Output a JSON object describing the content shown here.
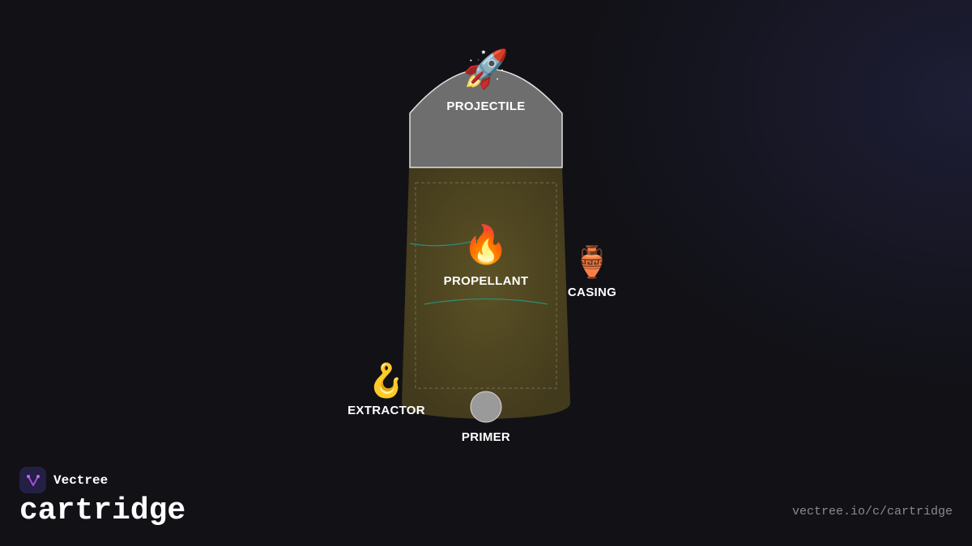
{
  "brand": {
    "name": "Vectree"
  },
  "title": "cartridge",
  "url": "vectree.io/c/cartridge",
  "colors": {
    "background": "#111116",
    "projectile": "#6e6e6e",
    "casing": "#554a24",
    "primer": "#9a9a9a",
    "flow_line": "#2a8f7a"
  },
  "parts": {
    "projectile": {
      "label": "PROJECTILE",
      "icon": "rocket-icon",
      "glyph": "🚀"
    },
    "propellant": {
      "label": "PROPELLANT",
      "icon": "fire-icon",
      "glyph": "🔥"
    },
    "casing": {
      "label": "CASING",
      "icon": "amphora-icon",
      "glyph": "🏺"
    },
    "extractor": {
      "label": "EXTRACTOR",
      "icon": "hook-icon",
      "glyph": "🪝"
    },
    "primer": {
      "label": "PRIMER",
      "icon": "circle-icon"
    }
  }
}
